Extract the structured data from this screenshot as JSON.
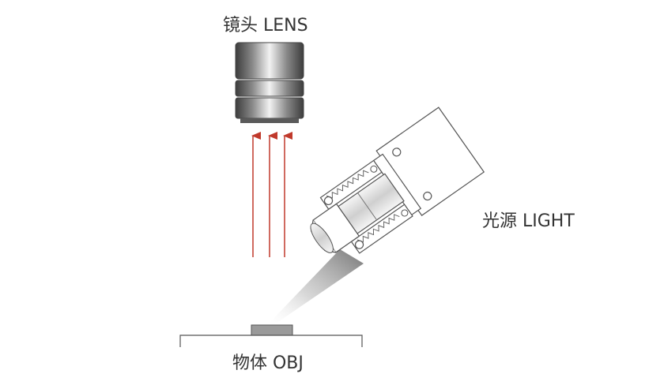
{
  "labels": {
    "lens": "镜头 LENS",
    "light": "光源 LIGHT",
    "object": "物体 OBJ"
  },
  "colors": {
    "arrow": "#c0392b",
    "outline": "#555555",
    "lens_dark": "#4a4a4a",
    "lens_light": "#e8e8e8",
    "object_fill": "#9a9a9a"
  },
  "icons": [
    "lens-icon",
    "light-source-icon",
    "light-beam",
    "object-sample",
    "reflected-light-arrow"
  ],
  "arrows": {
    "count": 3
  }
}
